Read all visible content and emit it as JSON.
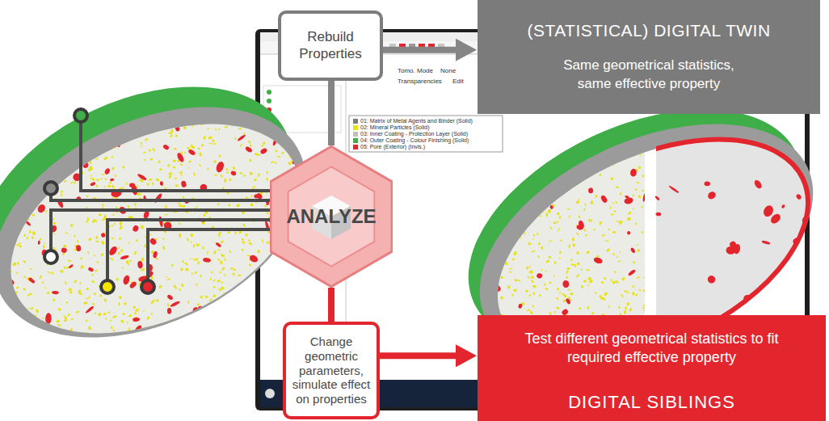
{
  "diagram": {
    "nodes": [
      {
        "text": [
          "Rebuild Properties"
        ]
      },
      {
        "text": [
          "(STATISTICAL) DIGITAL TWIN",
          "Same geometrical statistics, same effective property"
        ]
      },
      {
        "text": [
          "ANALYZE"
        ]
      },
      {
        "text": [
          "Change geometric parameters, simulate effect on properties"
        ]
      },
      {
        "text": [
          "Test different geometrical statistics to fit required effective property",
          "DIGITAL SIBLINGS"
        ]
      }
    ],
    "edges": [
      {
        "from": 2,
        "to": 0,
        "arrow": "none"
      },
      {
        "from": 0,
        "to": 1,
        "arrow": "to"
      },
      {
        "from": 2,
        "to": 3,
        "arrow": "none"
      },
      {
        "from": 3,
        "to": 4,
        "arrow": "to"
      }
    ],
    "labels": [
      "Tomo. Mode",
      "None",
      "Transparencies",
      "Edit",
      "01: Matrix of Metal Agents and Binder (Solid)",
      "02: Mineral Particles (Solid)",
      "03: Inner Coating - Protection Layer (Solid)",
      "04: Outer Coating - Colour Finishing (Solid)",
      "05: Pore (Exterior) (Invis.)"
    ]
  }
}
